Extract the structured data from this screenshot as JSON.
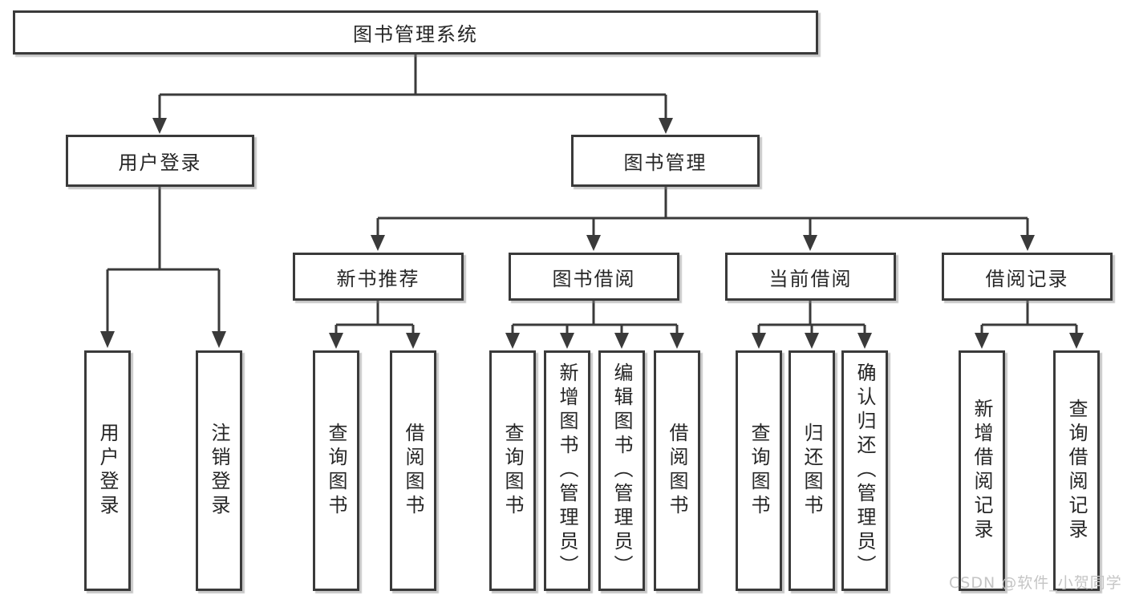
{
  "diagram": {
    "nodes": {
      "root": "图书管理系统",
      "level2": [
        "用户登录",
        "图书管理"
      ],
      "level3": [
        "新书推荐",
        "图书借阅",
        "当前借阅",
        "借阅记录"
      ],
      "leaves": [
        "用户登录",
        "注销登录",
        "查询图书",
        "借阅图书",
        "查询图书",
        "新增图书（管理员）",
        "编辑图书（管理员）",
        "借阅图书",
        "查询图书",
        "归还图书",
        "确认归还（管理员）",
        "新增借阅记录",
        "查询借阅记录"
      ]
    },
    "colors": {
      "line": "#3a3a3a",
      "box_border": "#3a3a3a",
      "text": "#262626",
      "watermark": "#c5c5c5",
      "background": "#ffffff"
    },
    "watermark": "CSDN @软件_小贺同学"
  }
}
